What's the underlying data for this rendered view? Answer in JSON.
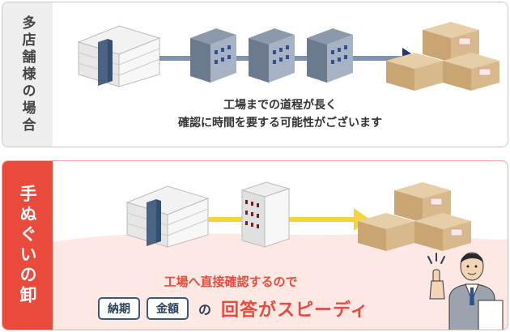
{
  "top": {
    "side_label": "多店舗様の場合",
    "caption_line1": "工場までの道程が長く",
    "caption_line2": "確認に時間を要する可能性がございます"
  },
  "bottom": {
    "side_label": "手ぬぐいの卸",
    "line1": "工場へ直接確認するので",
    "tag1": "納期",
    "tag2": "金額",
    "particle": "の",
    "speedy": "回答がスピーディ"
  },
  "colors": {
    "accent_red": "#e94a3c",
    "navy": "#2b3f57",
    "arrow_navy": "#1f3a6b",
    "arrow_yellow": "#f4d43b",
    "box_tan": "#d7b98c"
  }
}
